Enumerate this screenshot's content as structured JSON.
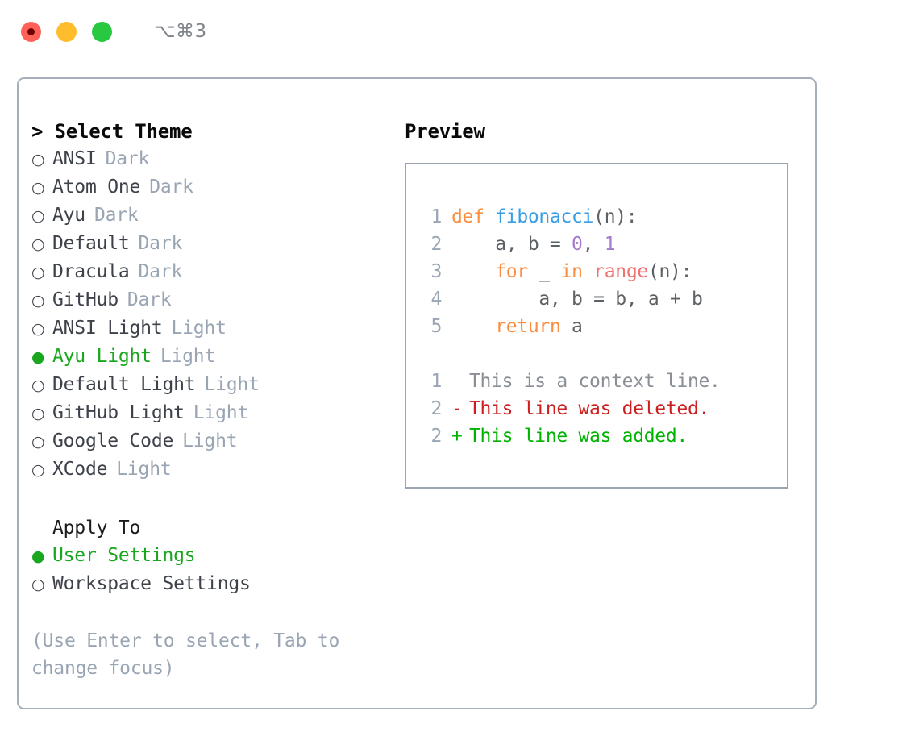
{
  "titlebar": {
    "shortcut": "⌥⌘3",
    "lights": [
      {
        "name": "close-button",
        "color": "#ff6159"
      },
      {
        "name": "minimize-button",
        "color": "#ffbd2e"
      },
      {
        "name": "maximize-button",
        "color": "#28c840"
      }
    ]
  },
  "theme_selector": {
    "heading": "> Select Theme",
    "options": [
      {
        "bullet": "○",
        "label": "ANSI",
        "tag": "Dark",
        "selected": false
      },
      {
        "bullet": "○",
        "label": "Atom One",
        "tag": "Dark",
        "selected": false
      },
      {
        "bullet": "○",
        "label": "Ayu",
        "tag": "Dark",
        "selected": false
      },
      {
        "bullet": "○",
        "label": "Default",
        "tag": "Dark",
        "selected": false
      },
      {
        "bullet": "○",
        "label": "Dracula",
        "tag": "Dark",
        "selected": false
      },
      {
        "bullet": "○",
        "label": "GitHub",
        "tag": "Dark",
        "selected": false
      },
      {
        "bullet": "○",
        "label": "ANSI Light",
        "tag": "Light",
        "selected": false
      },
      {
        "bullet": "●",
        "label": "Ayu Light",
        "tag": "Light",
        "selected": true
      },
      {
        "bullet": "○",
        "label": "Default Light",
        "tag": "Light",
        "selected": false
      },
      {
        "bullet": "○",
        "label": "GitHub Light",
        "tag": "Light",
        "selected": false
      },
      {
        "bullet": "○",
        "label": "Google Code",
        "tag": "Light",
        "selected": false
      },
      {
        "bullet": "○",
        "label": "XCode",
        "tag": "Light",
        "selected": false
      }
    ]
  },
  "apply_to": {
    "heading": "Apply To",
    "options": [
      {
        "bullet": "●",
        "label": "User Settings",
        "selected": true
      },
      {
        "bullet": "○",
        "label": "Workspace Settings",
        "selected": false
      }
    ]
  },
  "hint": "(Use Enter to select, Tab to change focus)",
  "preview": {
    "title": "Preview",
    "code_lines": [
      {
        "lineno": "1",
        "tokens": [
          {
            "t": "def",
            "c": "kw"
          },
          {
            "t": " ",
            "c": "plain"
          },
          {
            "t": "fibonacci",
            "c": "fn"
          },
          {
            "t": "(n):",
            "c": "plain"
          }
        ]
      },
      {
        "lineno": "2",
        "tokens": [
          {
            "t": "    a, b = ",
            "c": "plain"
          },
          {
            "t": "0",
            "c": "num"
          },
          {
            "t": ", ",
            "c": "plain"
          },
          {
            "t": "1",
            "c": "num"
          }
        ]
      },
      {
        "lineno": "3",
        "tokens": [
          {
            "t": "    ",
            "c": "plain"
          },
          {
            "t": "for",
            "c": "kw"
          },
          {
            "t": " _ ",
            "c": "plain"
          },
          {
            "t": "in",
            "c": "kw"
          },
          {
            "t": " ",
            "c": "plain"
          },
          {
            "t": "range",
            "c": "bi"
          },
          {
            "t": "(n):",
            "c": "plain"
          }
        ]
      },
      {
        "lineno": "4",
        "tokens": [
          {
            "t": "        a, b = b, a + b",
            "c": "plain"
          }
        ]
      },
      {
        "lineno": "5",
        "tokens": [
          {
            "t": "    ",
            "c": "plain"
          },
          {
            "t": "return",
            "c": "kw"
          },
          {
            "t": " a",
            "c": "plain"
          }
        ]
      }
    ],
    "diff_lines": [
      {
        "lineno": "1",
        "marker": " ",
        "text": "This is a context line.",
        "kind": "ctx"
      },
      {
        "lineno": "2",
        "marker": "-",
        "text": "This line was deleted.",
        "kind": "del"
      },
      {
        "lineno": "2",
        "marker": "+",
        "text": "This line was added.",
        "kind": "add"
      }
    ]
  }
}
